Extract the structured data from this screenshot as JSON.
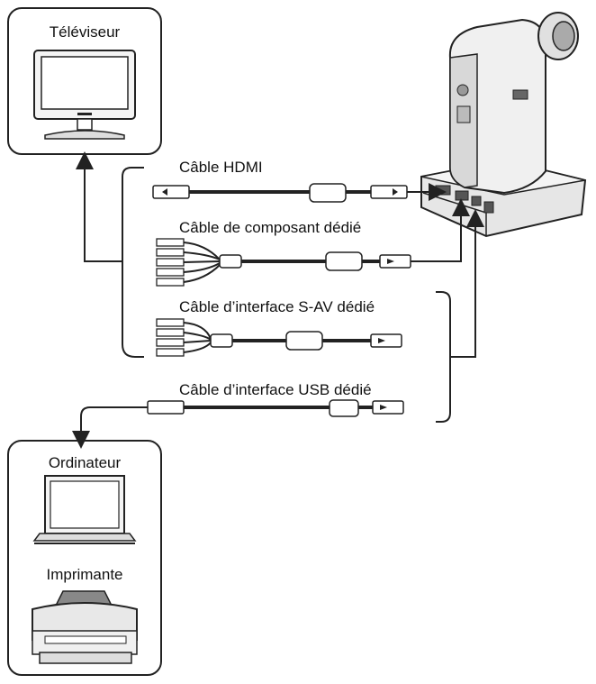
{
  "devices": {
    "tv": "Téléviseur",
    "computer": "Ordinateur",
    "printer": "Imprimante"
  },
  "cables": {
    "hdmi": "Câble HDMI",
    "component": "Câble de composant dédié",
    "sav": "Câble d’interface S-AV dédié",
    "usb": "Câble d’interface USB dédié"
  }
}
